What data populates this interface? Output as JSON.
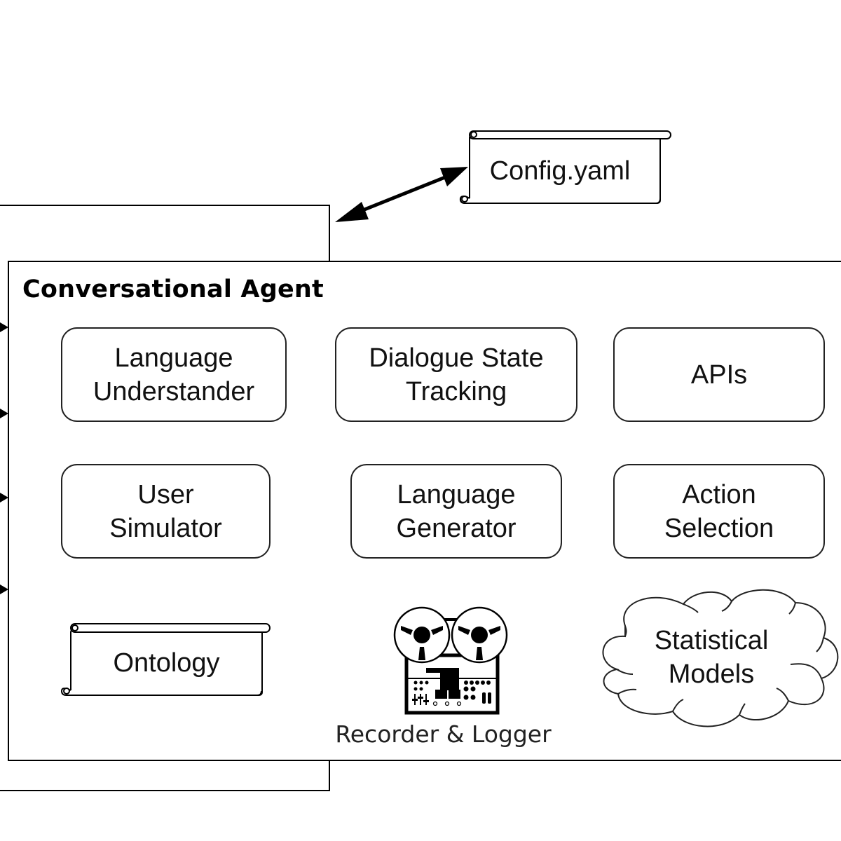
{
  "config_file": {
    "label": "Config.yaml",
    "icon": "scroll-icon"
  },
  "agent": {
    "title": "Conversational Agent",
    "components": [
      {
        "id": "language-understander",
        "line1": "Language",
        "line2": "Understander"
      },
      {
        "id": "dialogue-state-tracking",
        "line1": "Dialogue State",
        "line2": "Tracking"
      },
      {
        "id": "apis",
        "line1": "APIs",
        "line2": ""
      },
      {
        "id": "user-simulator",
        "line1": "User",
        "line2": "Simulator"
      },
      {
        "id": "language-generator",
        "line1": "Language",
        "line2": "Generator"
      },
      {
        "id": "action-selection",
        "line1": "Action",
        "line2": "Selection"
      }
    ],
    "ontology": {
      "label": "Ontology",
      "icon": "scroll-icon"
    },
    "recorder": {
      "label": "Recorder & Logger",
      "icon": "reel-to-reel-recorder-icon"
    },
    "statistical_models": {
      "line1": "Statistical",
      "line2": "Models",
      "icon": "cloud-icon"
    }
  },
  "connections": [
    {
      "from": "conversational-agent",
      "to": "config-file",
      "type": "bidirectional-arrow"
    },
    {
      "from": "external",
      "to": "conversational-agent",
      "type": "arrow",
      "count": 4
    }
  ]
}
